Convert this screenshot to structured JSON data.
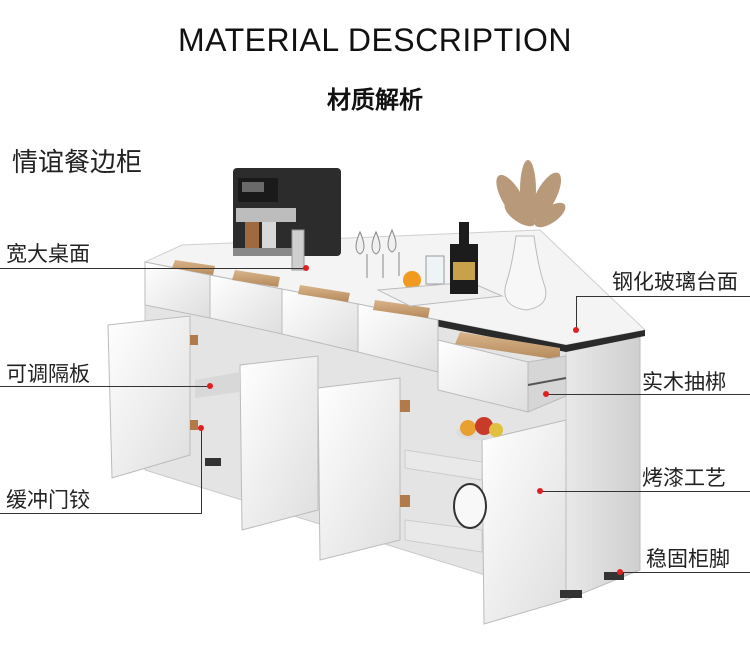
{
  "header": {
    "title": "MATERIAL DESCRIPTION",
    "subtitle": "材质解析"
  },
  "product_name": "情谊餐边柜",
  "callouts": {
    "wide_top": "宽大桌面",
    "adjustable_shelf": "可调隔板",
    "buffer_hinge": "缓冲门铰",
    "tempered_glass_top": "钢化玻璃台面",
    "solid_wood_drawer": "实木抽梆",
    "baking_paint": "烤漆工艺",
    "stable_feet": "稳固柜脚"
  },
  "colors": {
    "callout_dot": "#e02020",
    "cabinet_white": "#f2f2f2",
    "top_dark_edge": "#2a2a2a"
  },
  "icons": {
    "product_image": "sideboard-cabinet-illustration"
  }
}
